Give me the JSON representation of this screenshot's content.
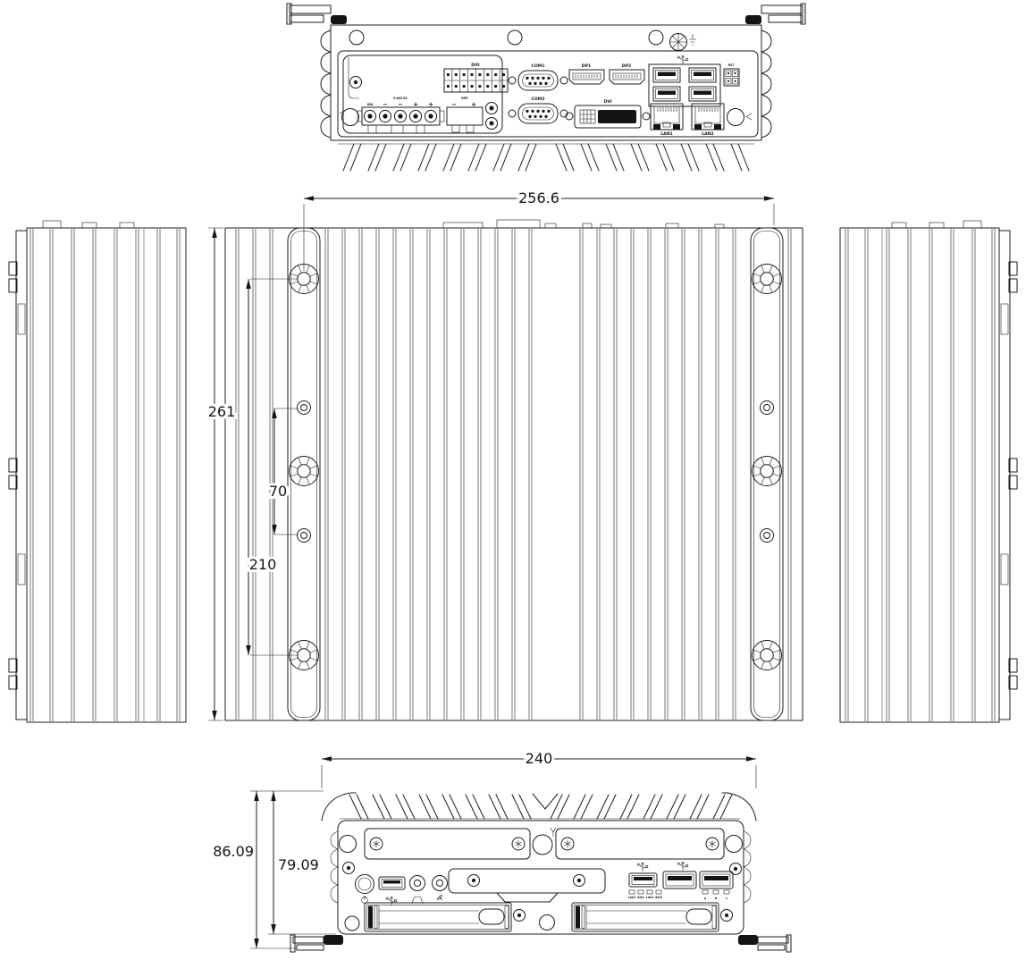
{
  "dims": {
    "top_width": "256.6",
    "depth": "261",
    "mount_span": "210",
    "mount_pitch": "70",
    "front_width": "240",
    "total_height": "86.09",
    "body_height": "79.09"
  },
  "rear": {
    "power": {
      "pin": "IGN",
      "header": "9-48V DC",
      "signs": [
        "−",
        "−",
        "+",
        "+"
      ]
    },
    "remote": {
      "header": "RMT",
      "signs": [
        "−",
        "+"
      ]
    },
    "dio": "DIO",
    "com1": "COM1",
    "com2": "COM2",
    "dp1": "DP1",
    "dp2": "DP2",
    "dvi": "DVI",
    "rst": "RST",
    "lan1": "LAN1",
    "lan2": "LAN2"
  },
  "front": {
    "led_labels": [
      "Lnk1",
      "Act1",
      "Lnk2",
      "Act2"
    ],
    "status_icon_glyphs": [
      "▮",
      "▼",
      "⊙"
    ]
  }
}
